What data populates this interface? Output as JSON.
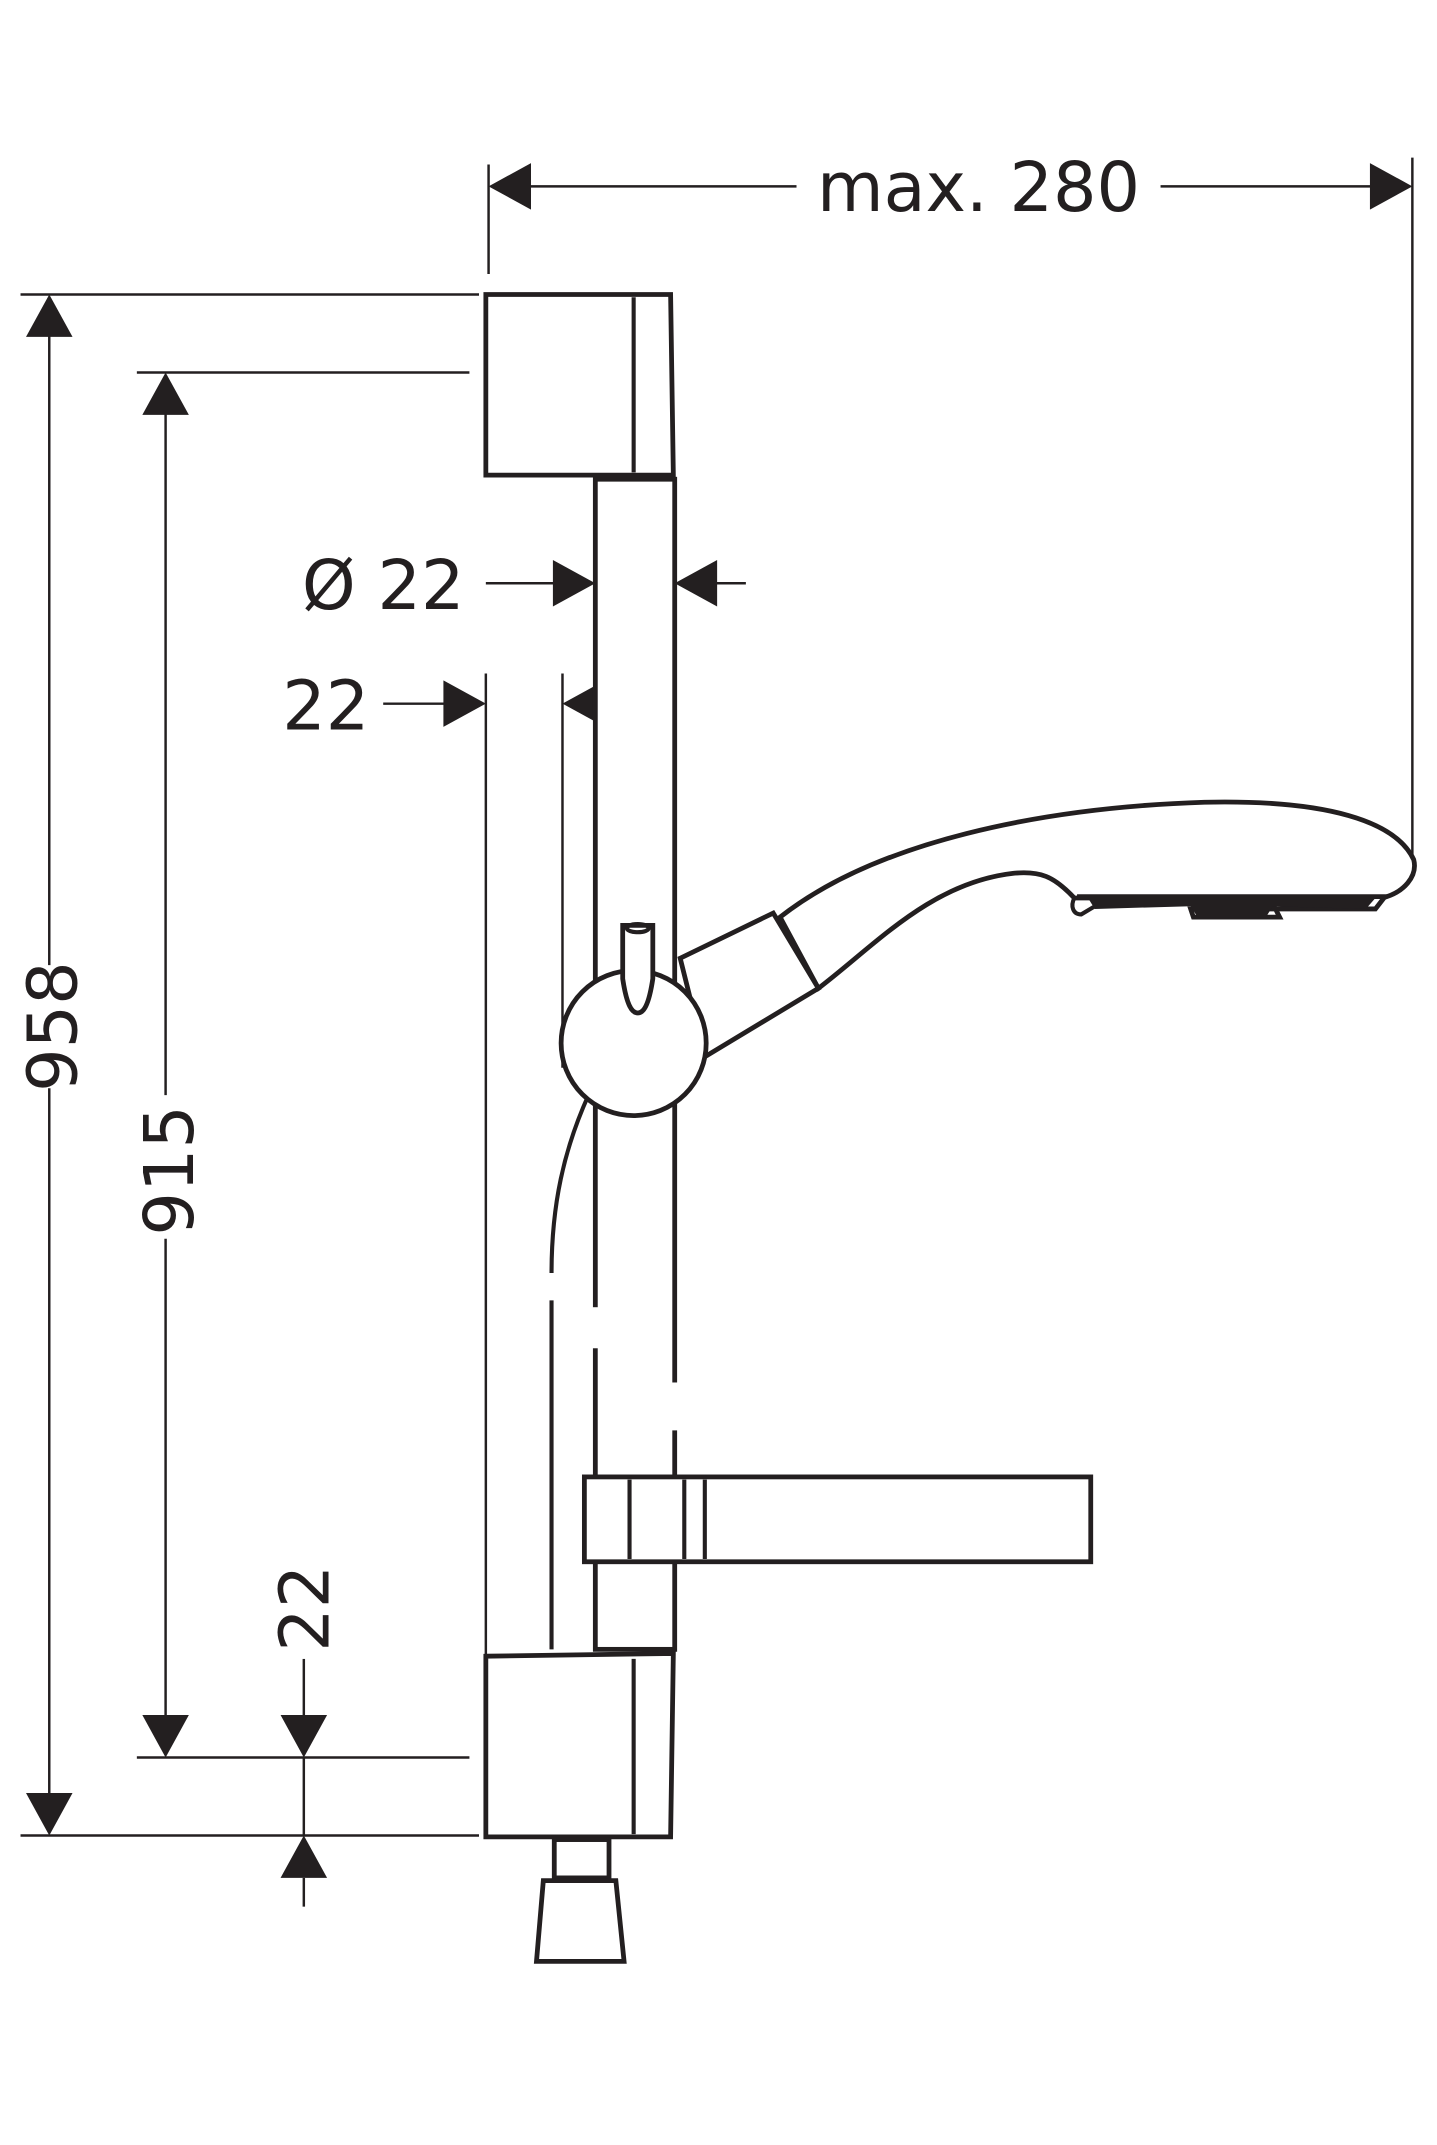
{
  "drawing": {
    "dimensions": {
      "max_width": "max. 280",
      "total_height": "958",
      "rail_height": "915",
      "rail_diameter": "Ø 22",
      "wall_offset": "22",
      "bottom_offset": "22"
    },
    "line_color": "#231f20"
  }
}
